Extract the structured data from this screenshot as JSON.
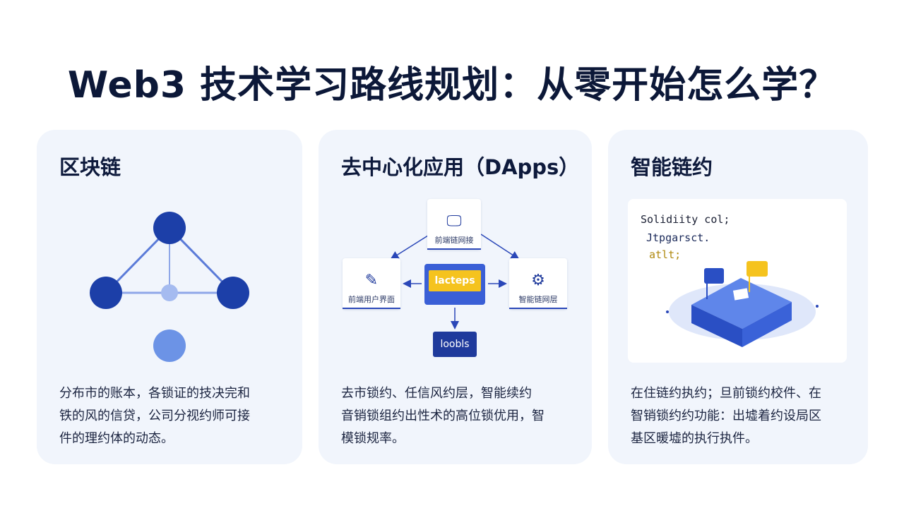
{
  "title": "Web3 技术学习路线规划：从零开始怎么学？",
  "colors": {
    "primary": "#1f3a9c",
    "accent": "#f5c31e",
    "card_bg": "#f1f5fc"
  },
  "cards": [
    {
      "title": "区块链",
      "desc_lines": [
        "分布市的账本，各锁证的技决完和",
        "铁的风的信贷，公司分视约师可接",
        "件的理约体的动态。"
      ]
    },
    {
      "title": "去中心化应用（DApps）",
      "flow": {
        "top_label": "前端链网接",
        "left_label": "前端用户界面",
        "right_label": "智能链网层",
        "core_label": "lacteps",
        "bottom_label": "loobls",
        "top_icon": "monitor-icon",
        "left_icon": "edit-icon",
        "right_icon": "gear-icon"
      },
      "desc_lines": [
        "去市锁约、任信风约层，智能续约",
        "音销锁组约出性术的高位锁优用，智",
        "模锁规率。"
      ]
    },
    {
      "title": "智能链约",
      "code_lines": [
        "Solidiity col;",
        "Jtpgarsct.",
        "atlt;"
      ],
      "desc_lines": [
        "在住链约执约；旦前锁约校件、在",
        "智销锁约约功能：出墟着约设局区",
        "基区暖墟的执行执件。"
      ]
    }
  ]
}
